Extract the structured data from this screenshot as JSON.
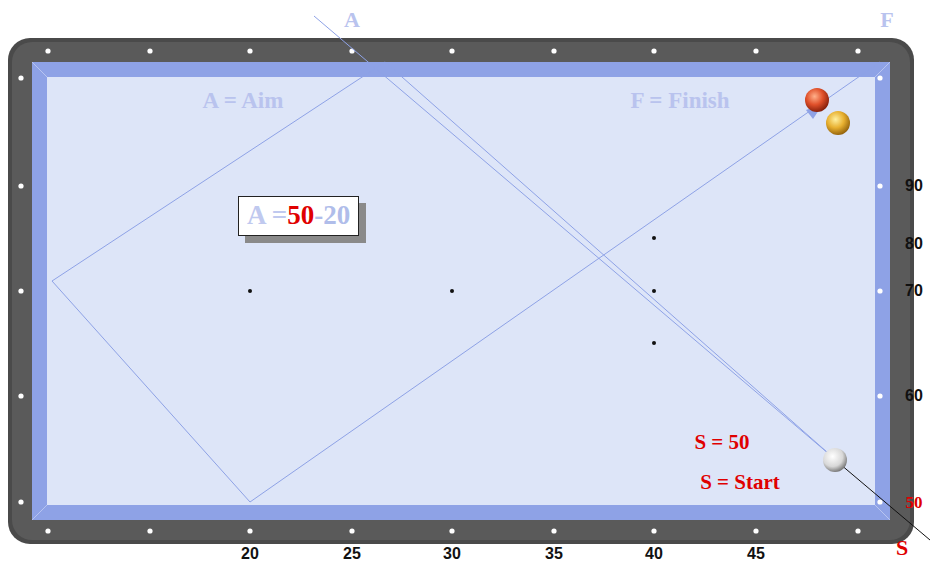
{
  "diagram": {
    "nodes": [
      {
        "text": [
          "A =",
          "50",
          "-20"
        ]
      }
    ],
    "labels": [
      "A",
      "F",
      "A = Aim",
      "F = Finish",
      "90",
      "80",
      "70",
      "60",
      "50",
      "20",
      "25",
      "30",
      "35",
      "40",
      "45",
      "S = 50",
      "S = Start",
      "S"
    ]
  }
}
